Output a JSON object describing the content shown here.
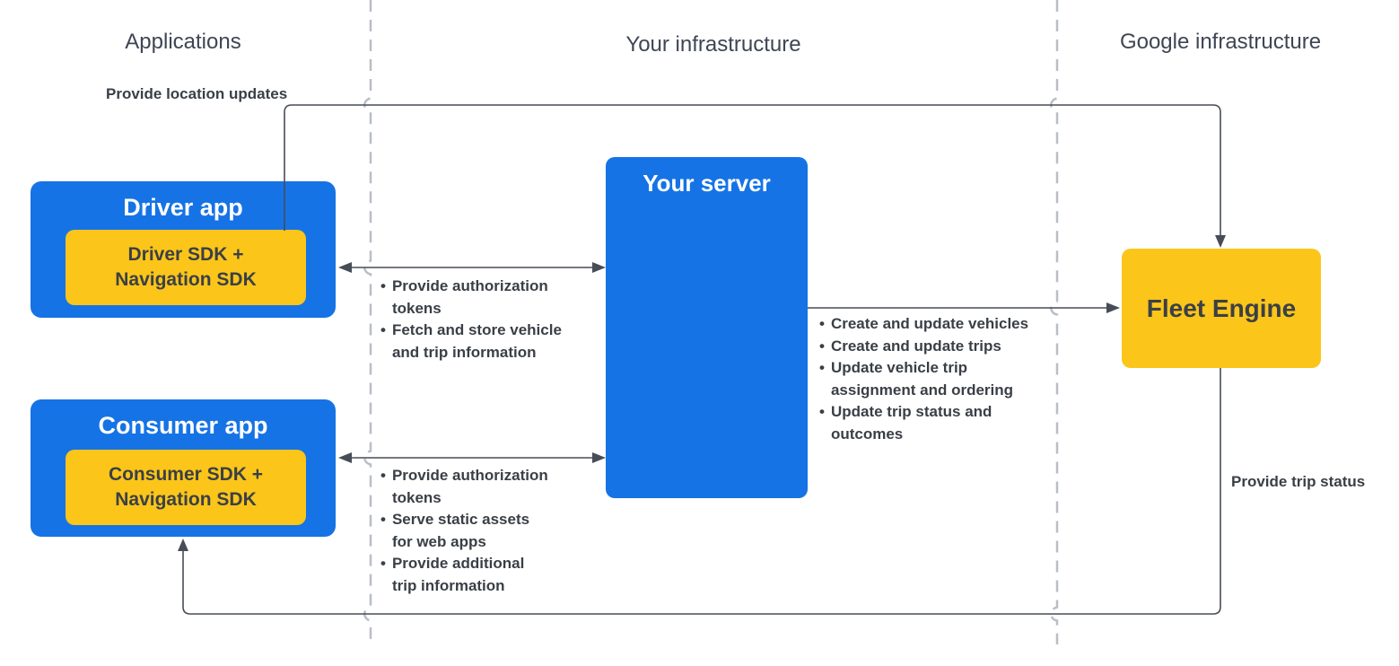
{
  "colors": {
    "blue": "#1573E6",
    "yellow": "#FBC51A",
    "line": "#474D57",
    "dashed": "#B9BEC6",
    "heading": "#3E4654",
    "label": "#3A3F46",
    "dark_text": "#3B4045",
    "white_text": "#FFFFFF",
    "background": "#FFFFFF"
  },
  "bullet_char": "•",
  "lanes": {
    "applications": "Applications",
    "your_infrastructure": "Your infrastructure",
    "google_infrastructure": "Google infrastructure"
  },
  "nodes": {
    "driver_app": {
      "title": "Driver app",
      "sdk_lines": [
        "Driver SDK +",
        "Navigation SDK"
      ]
    },
    "consumer_app": {
      "title": "Consumer app",
      "sdk_lines": [
        "Consumer SDK +",
        "Navigation SDK"
      ]
    },
    "your_server": {
      "title": "Your server"
    },
    "fleet_engine": {
      "title": "Fleet Engine"
    }
  },
  "edges": {
    "location_updates": {
      "label": "Provide location updates"
    },
    "trip_status": {
      "label": "Provide trip status"
    },
    "driver_server": {
      "items": [
        [
          "Provide authorization",
          "tokens"
        ],
        [
          "Fetch and store vehicle",
          "and trip information"
        ]
      ]
    },
    "consumer_server": {
      "items": [
        [
          "Provide authorization",
          "tokens"
        ],
        [
          "Serve static assets",
          "for web apps"
        ],
        [
          "Provide additional",
          "trip information"
        ]
      ]
    },
    "server_fleet": {
      "items": [
        [
          "Create and update vehicles"
        ],
        [
          "Create and update trips"
        ],
        [
          "Update vehicle trip",
          "assignment and ordering"
        ],
        [
          "Update trip status and",
          "outcomes"
        ]
      ]
    }
  }
}
